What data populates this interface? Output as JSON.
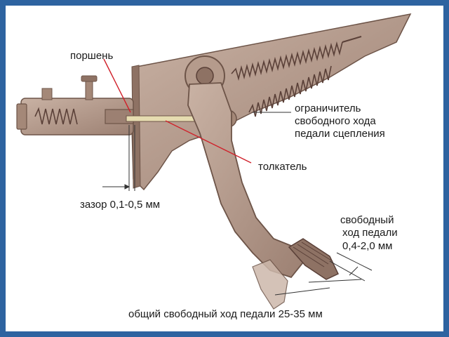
{
  "colors": {
    "frame": "#2e63a0",
    "metal": "#b59b8c",
    "metal_dark": "#6d5448",
    "spring": "#5a4038",
    "leader_line": "#d0202a"
  },
  "labels": {
    "piston": "поршень",
    "limiter_line1": "ограничитель",
    "limiter_line2": "свободного хода",
    "limiter_line3": "педали сцепления",
    "pushrod": "толкатель",
    "gap": "зазор 0,1-0,5 мм",
    "free_play_line1": "свободный",
    "free_play_line2": "ход педали",
    "free_play_line3": "0,4-2,0 мм",
    "total_free_play": "общий свободный ход педали 25-35 мм"
  }
}
